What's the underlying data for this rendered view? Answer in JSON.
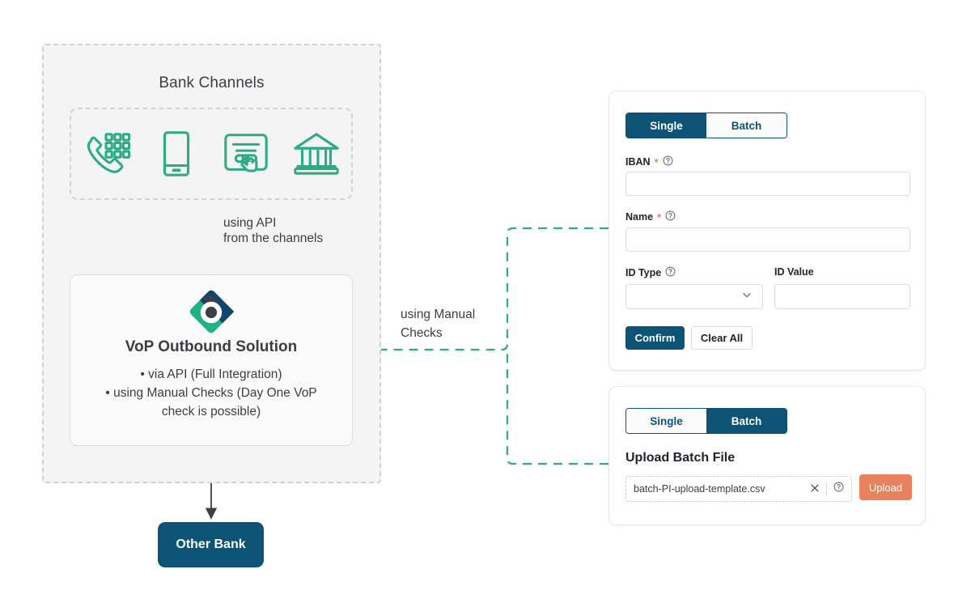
{
  "colors": {
    "accent_navy": "#0d5375",
    "accent_teal": "#2dab86",
    "accent_salmon": "#e8825e",
    "zone_bg": "#f4f4f4",
    "dash_gray": "#d2d2d2",
    "text_dark": "#3b3f44"
  },
  "bank_zone": {
    "title": "Bank Channels",
    "channels": [
      {
        "icon": "phone-keypad-icon",
        "name": "phone-banking"
      },
      {
        "icon": "mobile-phone-icon",
        "name": "mobile-banking"
      },
      {
        "icon": "online-banking-click-icon",
        "name": "online-banking"
      },
      {
        "icon": "bank-building-icon",
        "name": "branch-banking"
      }
    ]
  },
  "flow": {
    "api_label": "using API\nfrom the channels",
    "manual_label": "using Manual\nChecks"
  },
  "vop_card": {
    "logo_icon": "vop-diamond-logo",
    "title": "VoP Outbound Solution",
    "bullets": [
      "• via API (Full Integration)",
      "• using Manual Checks (Day One VoP",
      "check is possible)"
    ]
  },
  "other_bank": {
    "label": "Other Bank"
  },
  "panel_single": {
    "tabs": [
      {
        "label": "Single",
        "active": true
      },
      {
        "label": "Batch",
        "active": false
      }
    ],
    "fields": {
      "iban": {
        "label": "IBAN",
        "required": "*",
        "help": "help-circle-icon",
        "value": ""
      },
      "name": {
        "label": "Name",
        "required": "*",
        "help": "help-circle-icon",
        "value": ""
      },
      "id_type": {
        "label": "ID Type",
        "help": "help-circle-icon",
        "value": "",
        "chevron": "chevron-down-icon"
      },
      "id_value": {
        "label": "ID Value",
        "value": ""
      }
    },
    "buttons": {
      "confirm": "Confirm",
      "clear": "Clear All"
    }
  },
  "panel_batch": {
    "tabs": [
      {
        "label": "Single",
        "active": false
      },
      {
        "label": "Batch",
        "active": true
      }
    ],
    "section_title": "Upload Batch File",
    "file": {
      "name": "batch-PI-upload-template.csv",
      "clear_icon": "close-x-icon",
      "help_icon": "help-circle-icon"
    },
    "upload_button": "Upload"
  }
}
